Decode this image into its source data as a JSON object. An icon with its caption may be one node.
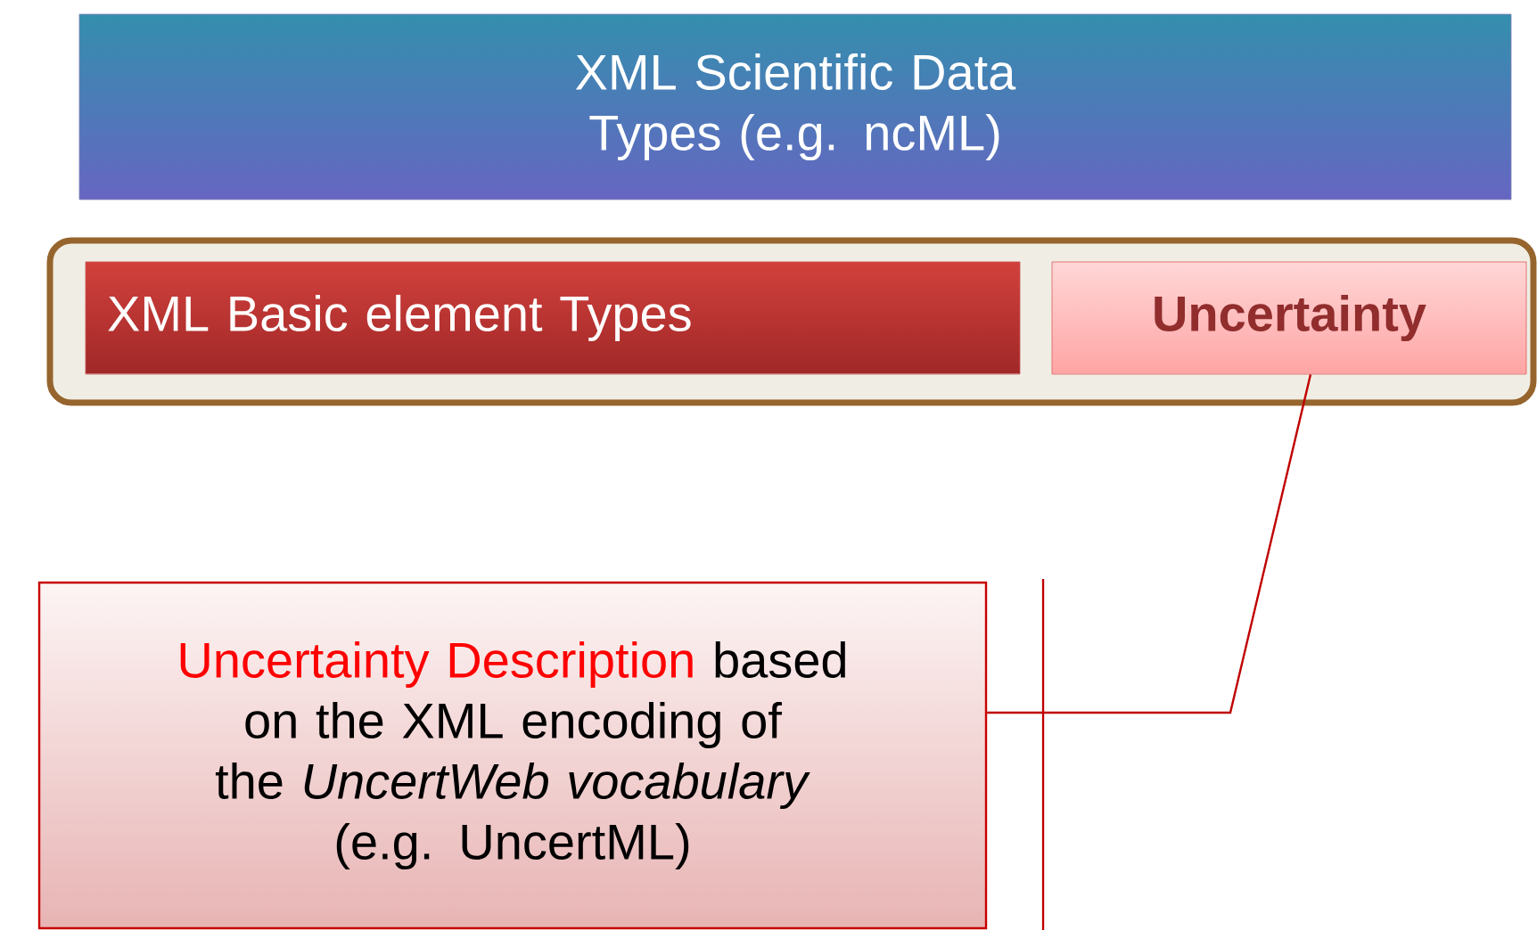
{
  "diagram": {
    "nodes": [
      {
        "text": [
          "XML Scientific Data Types (e.g. ncML)"
        ]
      },
      {
        "text": [],
        "shape": "box"
      },
      {
        "text": [
          "XML Basic element Types"
        ],
        "in": 1
      },
      {
        "text": [
          "Uncertainty"
        ],
        "in": 1
      },
      {
        "text": [
          "Uncertainty Description",
          "based on the XML encoding of the *UncertWeb vocabulary*",
          "(e.g. UncertML)"
        ]
      }
    ],
    "edges": [
      {
        "from": 4,
        "to": 3,
        "arrow": "none",
        "color": "#c00000"
      }
    ]
  }
}
